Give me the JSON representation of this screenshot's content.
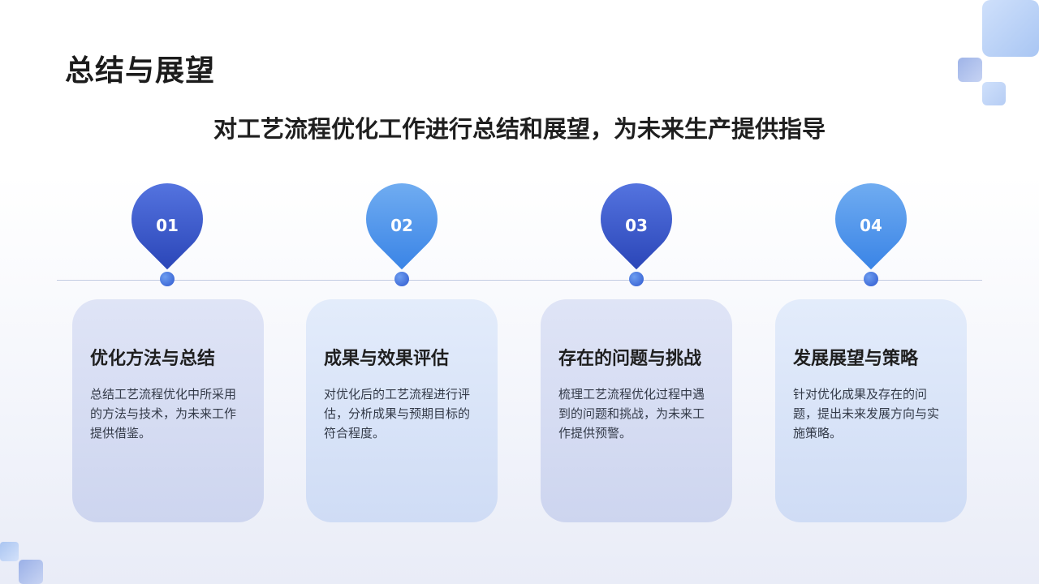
{
  "page": {
    "title": "总结与展望",
    "subtitle": "对工艺流程优化工作进行总结和展望，为未来生产提供指导"
  },
  "steps": [
    {
      "number": "01",
      "title": "优化方法与总结",
      "text": "总结工艺流程优化中所采用的方法与技术，为未来工作提供借鉴。"
    },
    {
      "number": "02",
      "title": "成果与效果评估",
      "text": "对优化后的工艺流程进行评估，分析成果与预期目标的符合程度。"
    },
    {
      "number": "03",
      "title": "存在的问题与挑战",
      "text": "梳理工艺流程优化过程中遇到的问题和挑战，为未来工作提供预警。"
    },
    {
      "number": "04",
      "title": "发展展望与策略",
      "text": "针对优化成果及存在的问题，提出未来发展方向与实施策略。"
    }
  ],
  "colors": {
    "pin_dark": "#2b46b8",
    "pin_light": "#3a84e6",
    "card_bg": "#d8e2f5",
    "title_text": "#1c1c1c"
  }
}
